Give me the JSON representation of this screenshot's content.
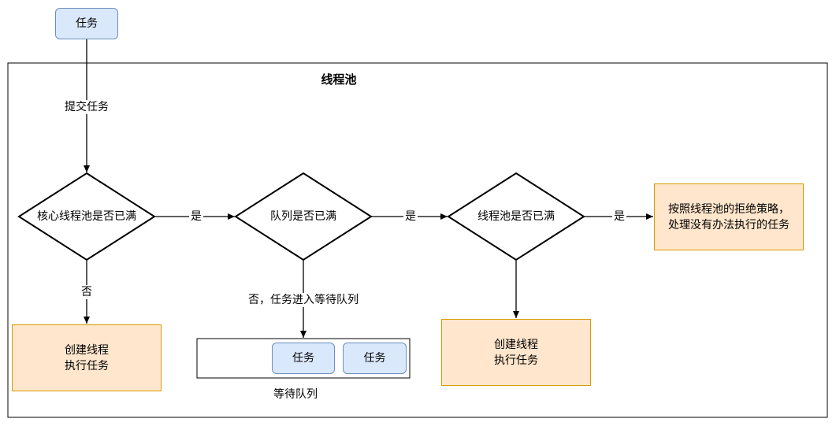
{
  "title": "线程池",
  "nodes": {
    "task_top": "任务",
    "core_full": "核心线程池是否已满",
    "queue_full": "队列是否已满",
    "pool_full": "线程池是否已满",
    "reject": "按照线程池的拒绝策略，\n处理没有办法执行的任务",
    "create_left": "创建线程\n执行任务",
    "create_right": "创建线程\n执行任务",
    "queue_task_1": "任务",
    "queue_task_2": "任务",
    "queue_label": "等待队列"
  },
  "edges": {
    "submit": "提交任务",
    "yes_1": "是",
    "yes_2": "是",
    "yes_3": "是",
    "no_1": "否",
    "no_2": "否，任务进入等待队列"
  },
  "colors": {
    "blue_fill": "#dae8fc",
    "blue_stroke": "#6c8ebf",
    "orange_fill": "#ffe6cc",
    "orange_stroke": "#d79b00"
  }
}
